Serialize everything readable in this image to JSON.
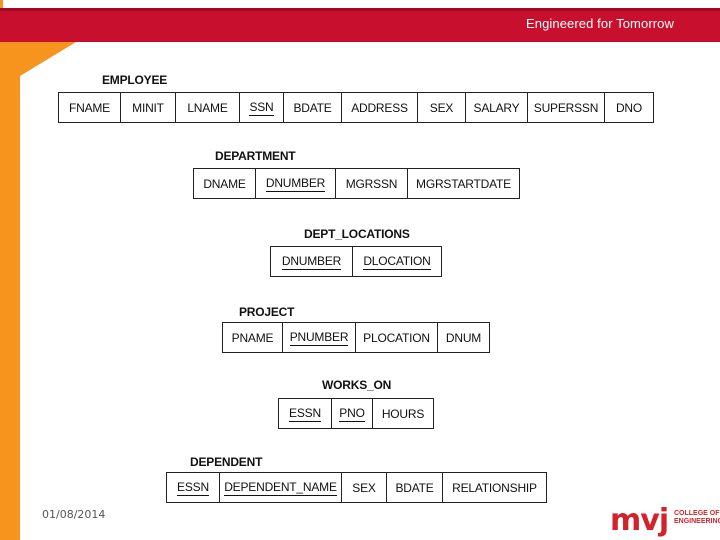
{
  "header": {
    "tagline": "Engineered for Tomorrow"
  },
  "footer": {
    "date": "01/08/2014"
  },
  "logo": {
    "mark": "mvj",
    "name_line1": "COLLEGE OF",
    "name_line2": "ENGINEERING"
  },
  "relations": {
    "employee": {
      "title": "EMPLOYEE",
      "attributes": [
        "FNAME",
        "MINIT",
        "LNAME",
        "SSN",
        "BDATE",
        "ADDRESS",
        "SEX",
        "SALARY",
        "SUPERSSN",
        "DNO"
      ]
    },
    "department": {
      "title": "DEPARTMENT",
      "attributes": [
        "DNAME",
        "DNUMBER",
        "MGRSSN",
        "MGRSTARTDATE"
      ]
    },
    "dept_locations": {
      "title": "DEPT_LOCATIONS",
      "attributes": [
        "DNUMBER",
        "DLOCATION"
      ]
    },
    "project": {
      "title": "PROJECT",
      "attributes": [
        "PNAME",
        "PNUMBER",
        "PLOCATION",
        "DNUM"
      ]
    },
    "works_on": {
      "title": "WORKS_ON",
      "attributes": [
        "ESSN",
        "PNO",
        "HOURS"
      ]
    },
    "dependent": {
      "title": "DEPENDENT",
      "attributes": [
        "ESSN",
        "DEPENDENT_NAME",
        "SEX",
        "BDATE",
        "RELATIONSHIP"
      ]
    }
  }
}
